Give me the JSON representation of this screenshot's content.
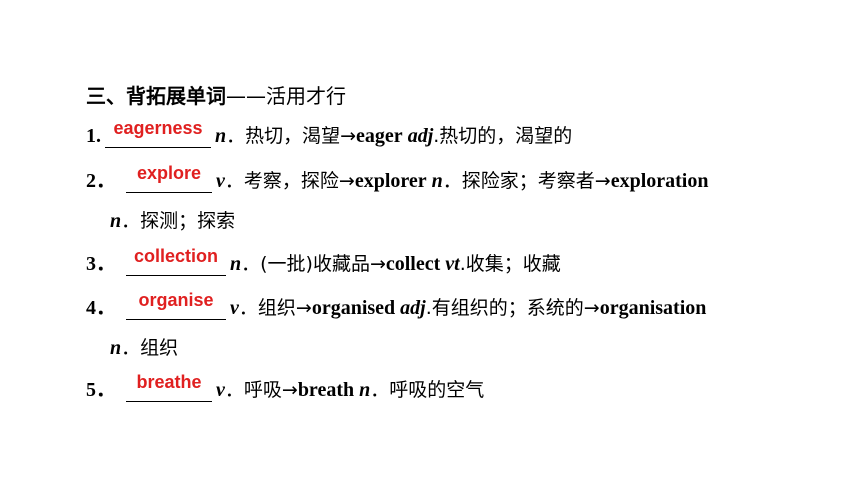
{
  "section": {
    "title": "三、背拓展单词",
    "suffix": "——活用才行"
  },
  "items": [
    {
      "num": "1.",
      "answer": "eagerness",
      "pos": "n",
      "meaning": "．热切，渴望→",
      "derived": "eager",
      "derived_pos": "adj",
      "derived_meaning": ".热切的，渴望的"
    },
    {
      "num": "2．",
      "answer": "explore",
      "pos": "v",
      "meaning": "．考察，探险→",
      "derived": "explorer",
      "derived_pos": "n",
      "derived_meaning": "．探险家；考察者→",
      "derived2": "exploration",
      "cont_pos": "n",
      "cont_meaning": "．探测；探索"
    },
    {
      "num": "3．",
      "answer": "collection",
      "pos": "n",
      "meaning": "．(一批)收藏品→",
      "derived": "collect",
      "derived_pos": "vt",
      "derived_meaning": ".收集；收藏"
    },
    {
      "num": "4．",
      "answer": "organise",
      "pos": "v",
      "meaning": "．组织→",
      "derived": "organised",
      "derived_pos": "adj",
      "derived_meaning": ".有组织的；系统的→",
      "derived2": "organisation",
      "cont_pos": "n",
      "cont_meaning": "．组织"
    },
    {
      "num": "5．",
      "answer": "breathe",
      "pos": "v",
      "meaning": "．呼吸→",
      "derived": "breath",
      "derived_pos": "n",
      "derived_meaning": "．呼吸的空气"
    }
  ],
  "colors": {
    "answer": "#e02020",
    "text": "#000000"
  }
}
